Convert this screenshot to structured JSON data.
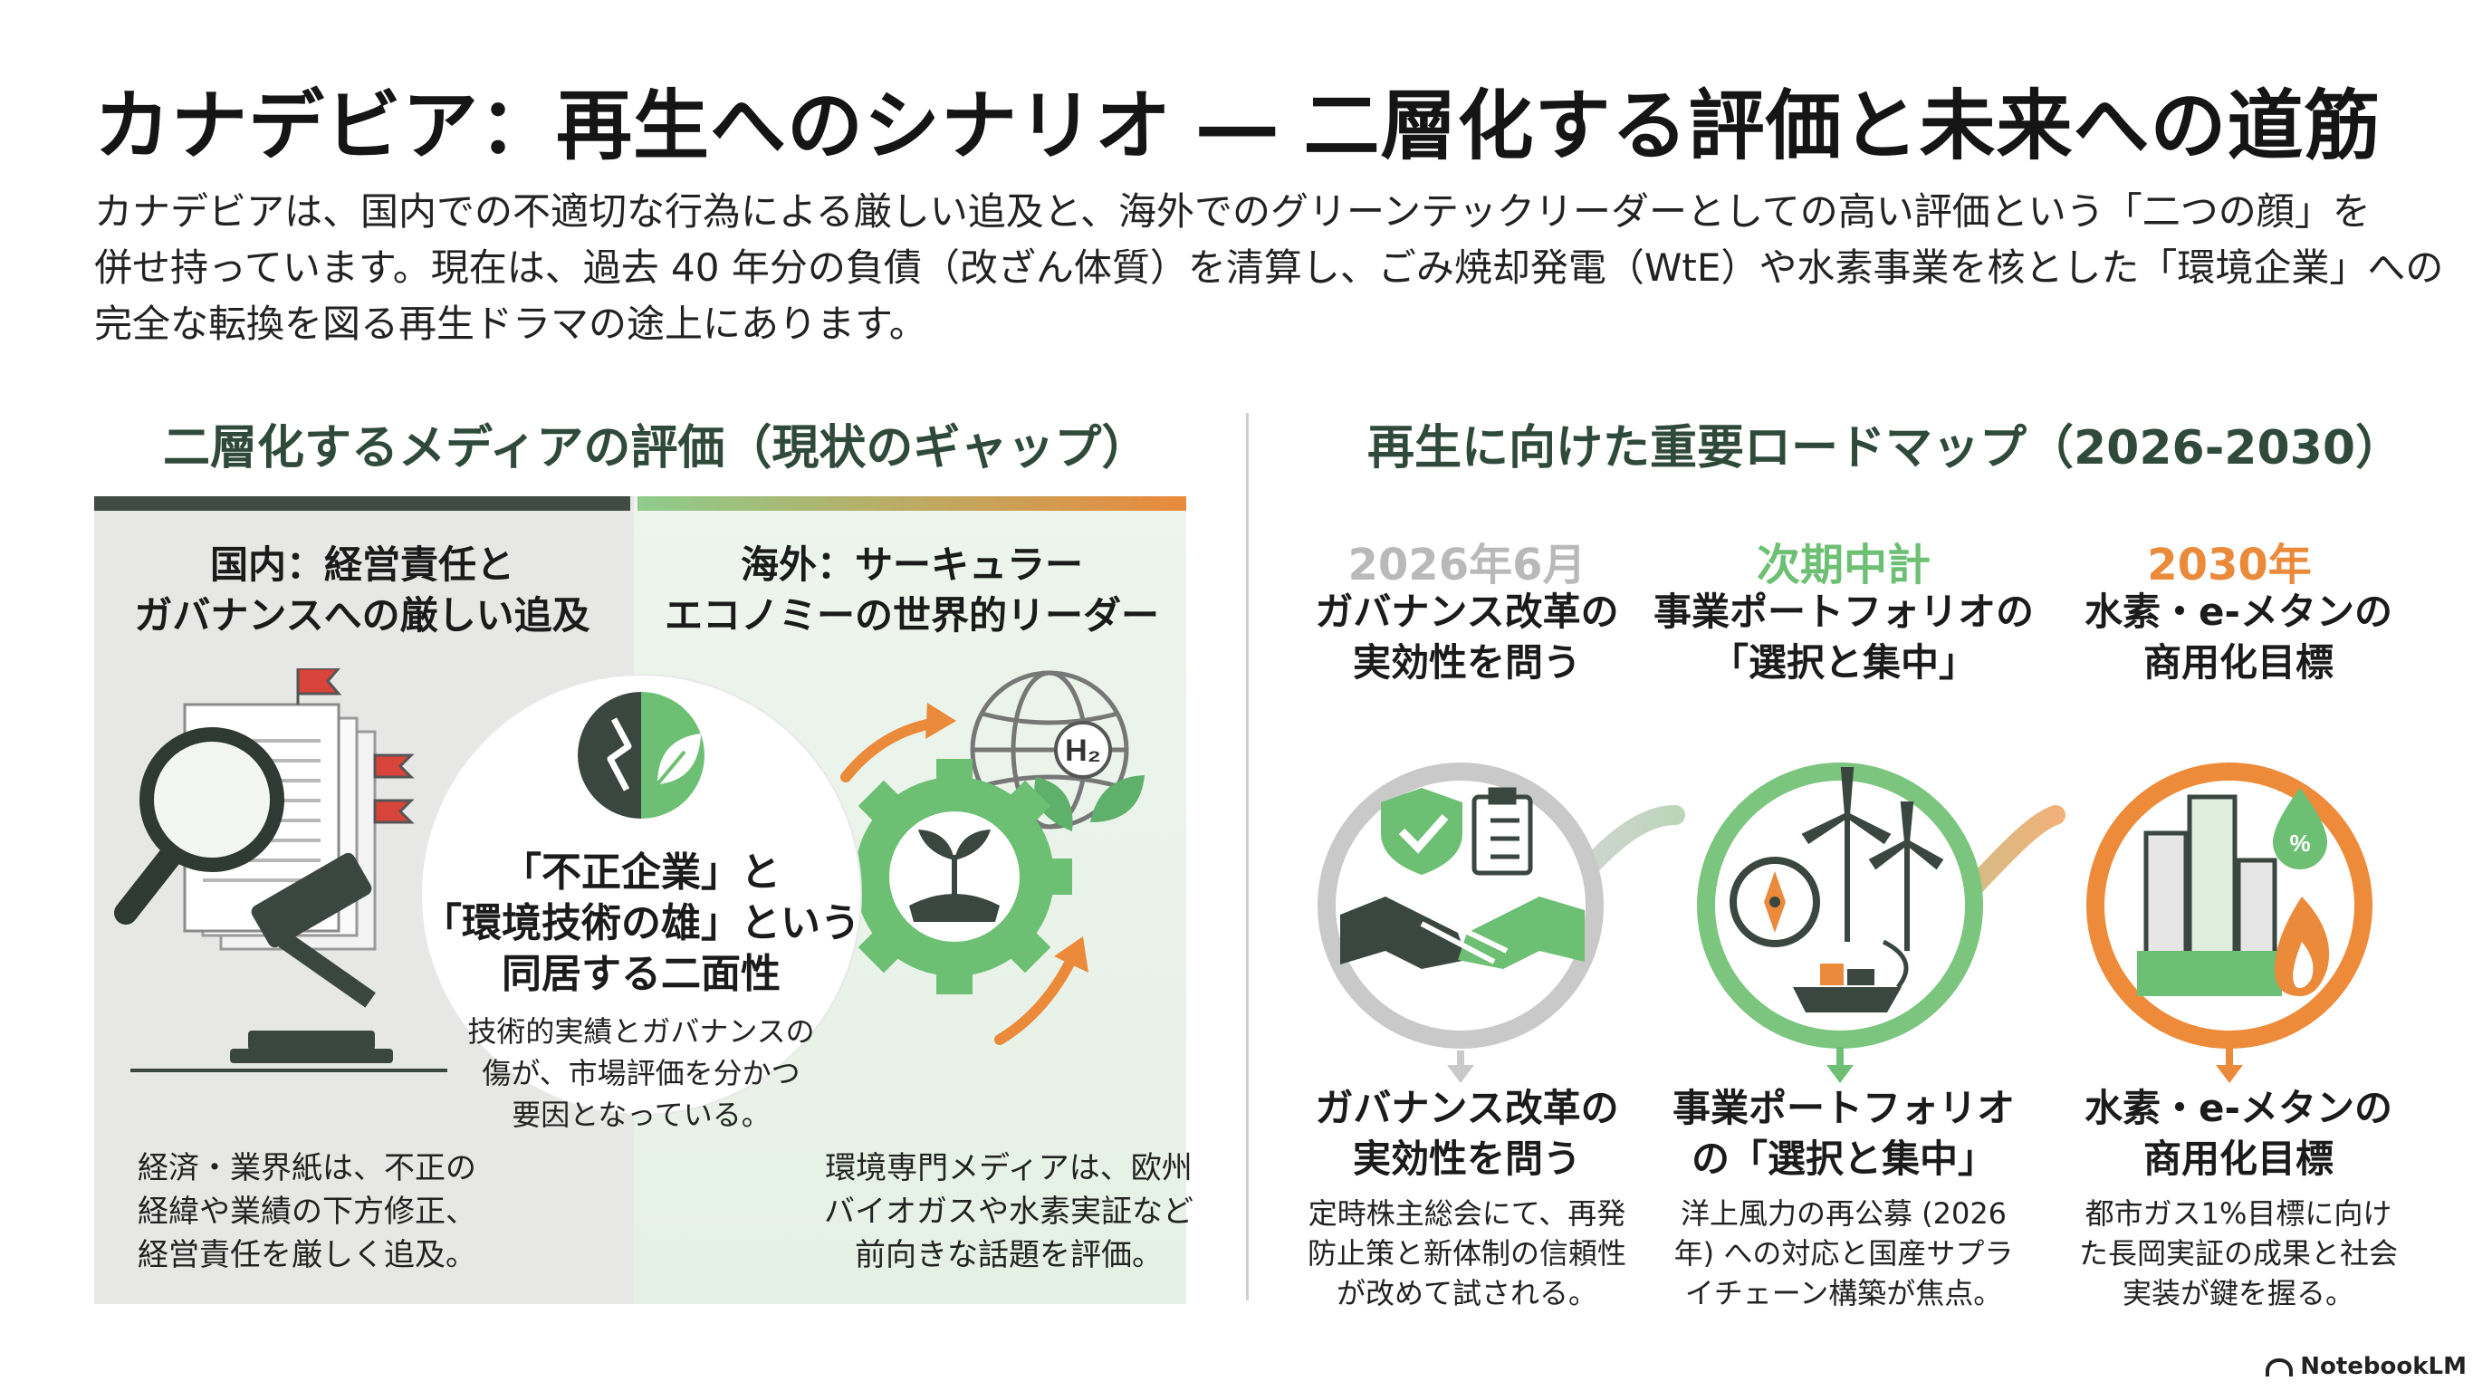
{
  "title": "カナデビア：再生へのシナリオ ― 二層化する評価と未来への道筋",
  "intro": [
    "カナデビアは、国内での不適切な行為による厳しい追及と、海外でのグリーンテックリーダーとしての高い評価という「二つの顔」を",
    "併せ持っています。現在は、過去 40 年分の負債（改ざん体質）を清算し、ごみ焼却発電（WtE）や水素事業を核とした「環境企業」への",
    "完全な転換を図る再生ドラマの途上にあります。"
  ],
  "left_section": {
    "heading": "二層化するメディアの評価（現状のギャップ）",
    "domestic": {
      "heading": [
        "国内：経営責任と",
        "ガバナンスへの厳しい追及"
      ],
      "text": [
        "経済・業界紙は、不正の",
        "経緯や業績の下方修正、",
        "経営責任を厳しく追及。"
      ]
    },
    "international": {
      "heading": [
        "海外：サーキュラー",
        "エコノミーの世界的リーダー"
      ],
      "text": [
        "環境専門メディアは、欧州",
        "バイオガスや水素実証など",
        "前向きな話題を評価。"
      ],
      "h2_label": "H₂"
    },
    "center": {
      "heading": [
        "「不正企業」と",
        "「環境技術の雄」という",
        "同居する二面性"
      ],
      "text": [
        "技術的実績とガバナンスの",
        "傷が、市場評価を分かつ",
        "要因となっている。"
      ]
    }
  },
  "right_section": {
    "heading": "再生に向けた重要ロードマップ（2026-2030）",
    "milestones": [
      {
        "date": "2026年6月",
        "heading": [
          "ガバナンス改革の",
          "実効性を問う"
        ],
        "body_heading": [
          "ガバナンス改革の",
          "実効性を問う"
        ],
        "text": [
          "定時株主総会にて、再発",
          "防止策と新体制の信頼性",
          "が改めて試される。"
        ]
      },
      {
        "date": "次期中計",
        "heading": [
          "事業ポートフォリオの",
          "「選択と集中」"
        ],
        "body_heading": [
          "事業ポートフォリオ",
          "の「選択と集中」"
        ],
        "text": [
          "洋上風力の再公募 (2026",
          "年) への対応と国産サプラ",
          "イチェーン構築が焦点。"
        ]
      },
      {
        "date": "2030年",
        "heading": [
          "水素・e-メタンの",
          "商用化目標"
        ],
        "body_heading": [
          "水素・e-メタンの",
          "商用化目標"
        ],
        "text": [
          "都市ガス1%目標に向け",
          "た長岡実証の成果と社会",
          "実装が鍵を握る。"
        ],
        "badge": "%"
      }
    ]
  },
  "colors": {
    "dark_green": "#3f4b43",
    "green": "#6cbf73",
    "orange": "#ea8a3a",
    "gray": "#b9b9b9",
    "alert_red": "#d9443a"
  },
  "icons": [
    "magnifier-icon",
    "gavel-icon",
    "document-icon",
    "flag-icon",
    "broken-icon",
    "leaf-icon",
    "gear-sprout-icon",
    "globe-icon",
    "shield-check-icon",
    "clipboard-icon",
    "handshake-icon",
    "compass-icon",
    "wind-turbine-icon",
    "ship-icon",
    "factory-city-icon",
    "flame-icon",
    "droplet-icon",
    "arrow-down-icon"
  ],
  "brand": "NotebookLM"
}
